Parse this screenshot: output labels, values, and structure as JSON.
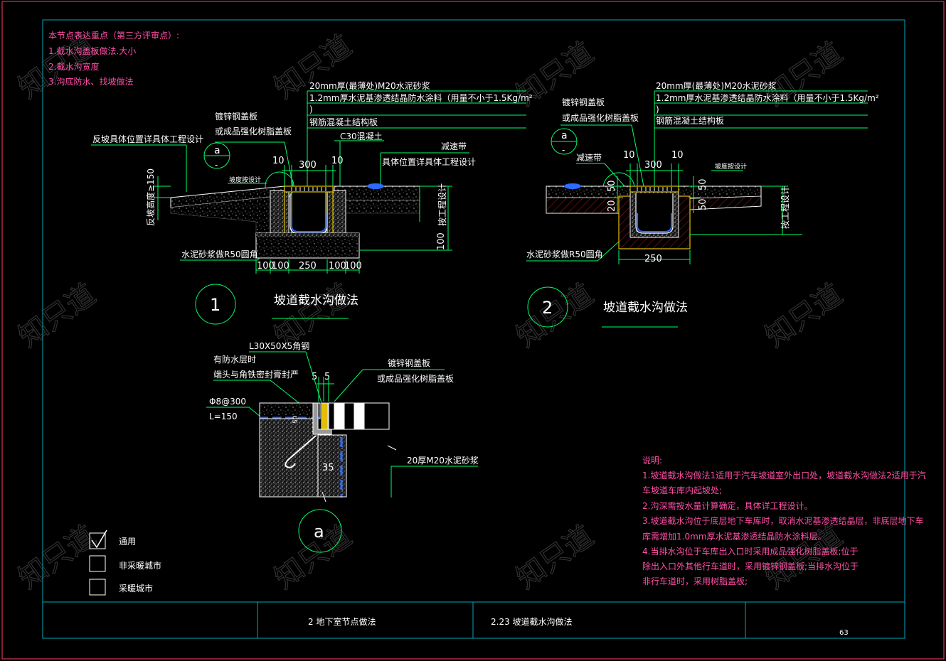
{
  "review_notes": {
    "heading": "本节点表达重点（第三方评审点）:",
    "items": [
      "1.截水沟盖板做法.大小",
      "2.截水沟宽度",
      "3.沟底防水、找坡做法"
    ]
  },
  "detail1": {
    "layer_mortar": "20mm厚(最薄处)M20水泥砂浆",
    "layer_coating": "1.2mm厚水泥基渗透结晶防水涂料（用量不小于1.5Kg/m²",
    "layer_coating_end": ")",
    "layer_slab": "钢筋混凝土结构板",
    "c30": "C30混凝土",
    "cover_1": "镀锌钢盖板",
    "cover_2": "或成品强化树脂盖板",
    "reverse_slope": "反坡具体位置详具体工程设计",
    "speed_bump": "减速带",
    "speed_bump_pos": "具体位置详具体工程设计",
    "slope_label": "坡度按设计",
    "rev_height": "反坡高度≥150",
    "by_design": "按工程设计",
    "fillet": "水泥砂浆做R50圆角",
    "dim_10a": "10",
    "dim_300": "300",
    "dim_10b": "10",
    "dim_100": "100",
    "dims_bottom": [
      "100",
      "100",
      "250",
      "100",
      "100"
    ],
    "circle_a": "a",
    "circle_dash": "-",
    "number": "1",
    "title": "坡道截水沟做法"
  },
  "detail2": {
    "layer_mortar": "20mm厚(最薄处)M20水泥砂浆",
    "layer_coating": "1.2mm厚水泥基渗透结晶防水涂料（用量不小于1.5Kg/m²",
    "layer_coating_end": ")",
    "layer_slab": "钢筋混凝土结构板",
    "cover_1": "镀锌钢盖板",
    "cover_2": "或成品强化树脂盖板",
    "speed_bump": "减速带",
    "slope_label": "坡度按设计",
    "dim_10a": "10",
    "dim_300": "300",
    "dim_10b": "10",
    "dim_50a": "50",
    "dim_20": "20",
    "dim_50b": "50",
    "dim_50c": "50",
    "dim_250": "250",
    "by_design": "按工程设计",
    "fillet": "水泥砂浆做R50圆角",
    "circle_a": "a",
    "circle_dash": "-",
    "number": "2",
    "title": "坡道截水沟做法"
  },
  "detail_a": {
    "angle_steel": "L30X50X5角钢",
    "wp_1": "有防水层时",
    "wp_2": "端头与角铁密封膏封严",
    "dim_5a": "5",
    "dim_5b": "5",
    "rebar_1": "Φ8@300",
    "rebar_2": "L=150",
    "dim_50": "50",
    "dim_35": "35",
    "cover_1": "镀锌钢盖板",
    "cover_2": "或成品强化树脂盖板",
    "mortar": "20厚M20水泥砂浆",
    "label": "a"
  },
  "notes": {
    "heading": "说明:",
    "lines": [
      "1.坡道截水沟做法1适用于汽车坡道室外出口处，坡道截水沟做法2适用于汽",
      "车坡道车库内起坡处;",
      "2.沟深需按水量计算确定，具体详工程设计。",
      "3.坡道截水沟位于底层地下车库时，取消水泥基渗透结晶层，非底层地下车",
      "库需增加1.0mm厚水泥基渗透结晶防水涂料层。",
      "4.当排水沟位于车库出入口时采用成品强化树脂盖板;位于",
      "除出入口外其他行车道时，采用镀锌钢盖板;当排水沟位于",
      "非行车道时，采用树脂盖板;"
    ]
  },
  "legend": {
    "items": [
      {
        "label": "通用",
        "checked": true
      },
      {
        "label": "非采暖城市",
        "checked": false
      },
      {
        "label": "采暖城市",
        "checked": false
      }
    ]
  },
  "title_block": {
    "chapter": "2  地下室节点做法",
    "section": "2.23  坡道截水沟做法",
    "page": "63"
  },
  "watermark": "知只道",
  "colors": {
    "frame": "#00a8b8",
    "leader": "#00ff66",
    "accent_blue": "#2d6bff",
    "note_pink": "#ff4fa6",
    "mortar_yellow": "#e0c000",
    "red_outline": "#ff3b3b"
  }
}
